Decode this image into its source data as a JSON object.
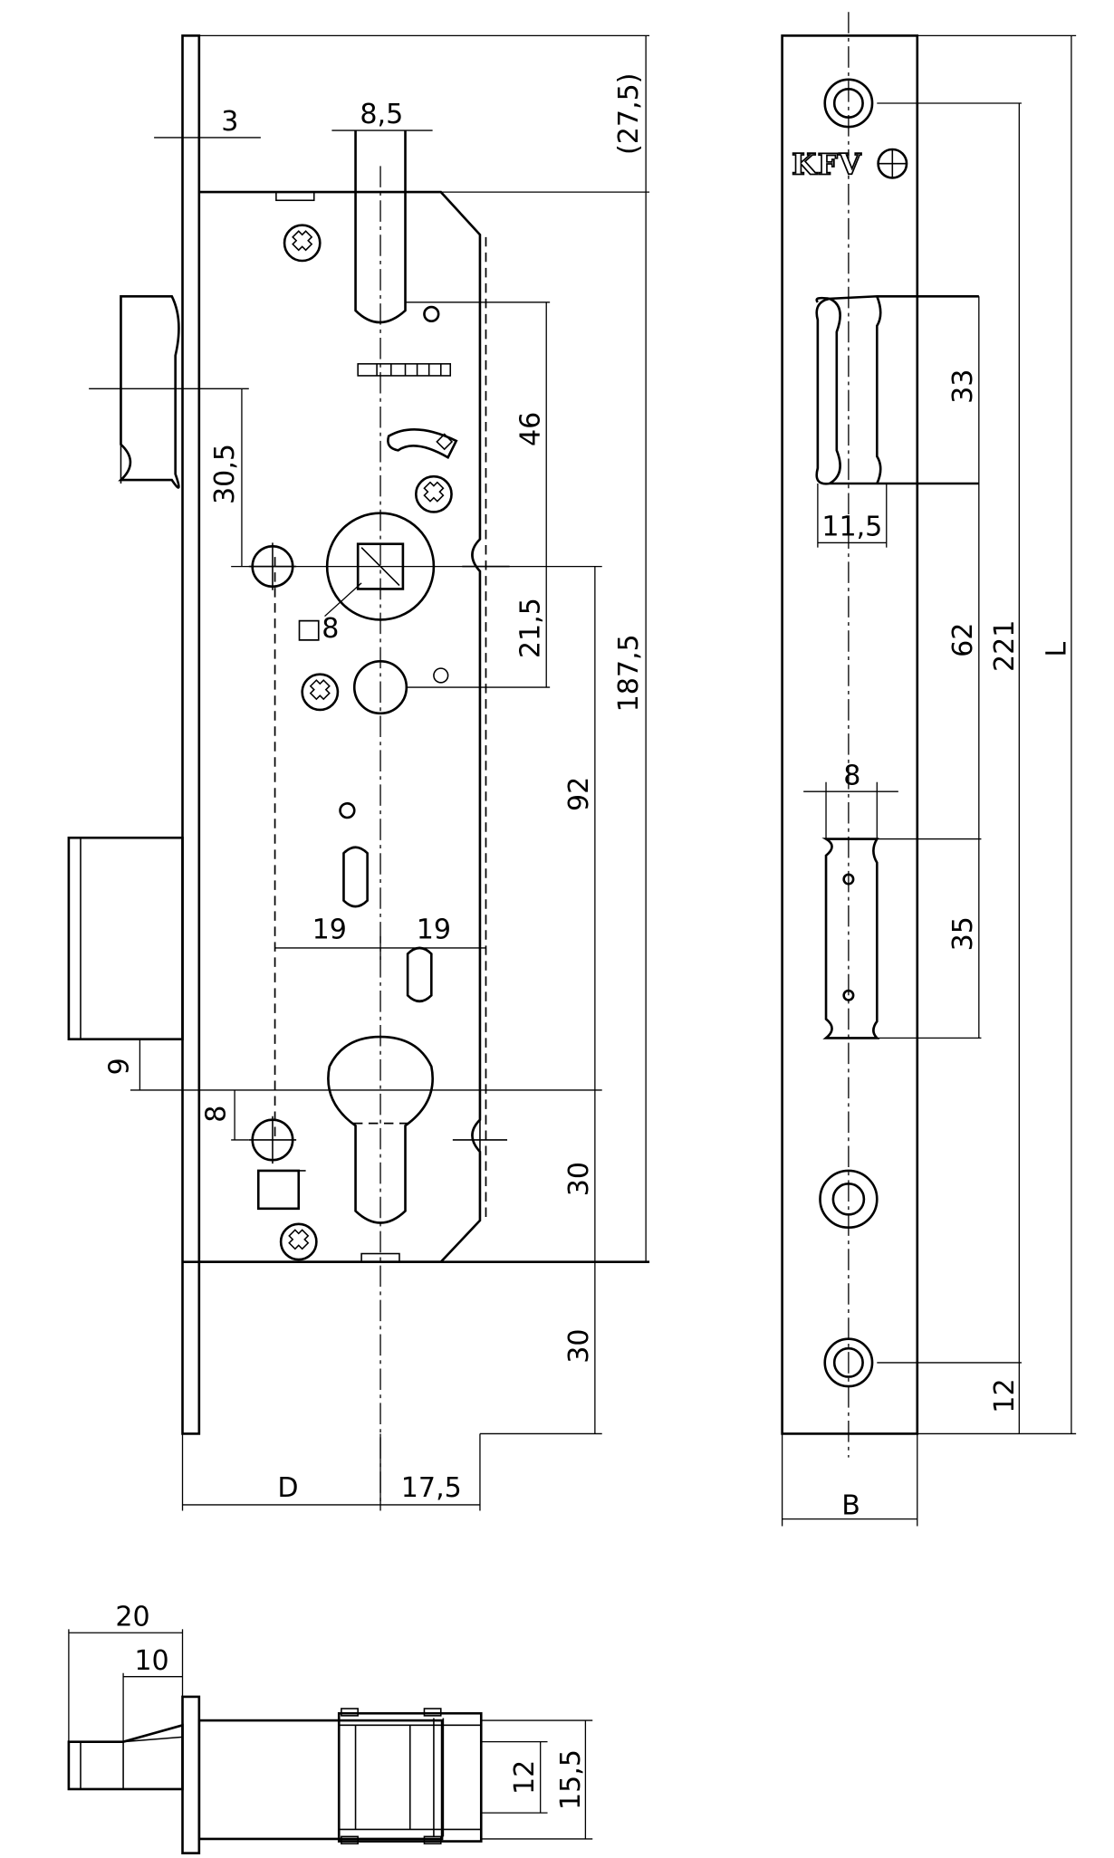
{
  "brand": {
    "logo_text": "KFV"
  },
  "front_view": {
    "dimensions": {
      "faceplate_thickness": "3",
      "bolt_slot_width": "8,5",
      "top_offset": "(27,5)",
      "lever_offset": "30,5",
      "spindle_to_latch": "46",
      "spindle_to_screw": "21,5",
      "spindle_square": "□8",
      "overall_case": "187,5",
      "backset_distance": "92",
      "screw_spacing_left": "19",
      "screw_spacing_right": "19",
      "bolt_offset": "9",
      "screw_offset": "8",
      "cylinder_to_bottom": "30",
      "bottom_extension": "30",
      "backset": "D",
      "faceplate_to_center": "17,5"
    }
  },
  "side_view": {
    "dimensions": {
      "latch_height": "33",
      "latch_depth": "11,5",
      "latch_to_bolt": "62",
      "screw_hole_spacing": "221",
      "faceplate_length": "L",
      "bolt_width": "8",
      "bolt_height": "35",
      "bottom_hole_offset": "12",
      "faceplate_width": "B"
    }
  },
  "bottom_view": {
    "dimensions": {
      "bolt_projection": "20",
      "latch_projection": "10",
      "bolt_thickness": "12",
      "case_thickness": "15,5"
    }
  }
}
